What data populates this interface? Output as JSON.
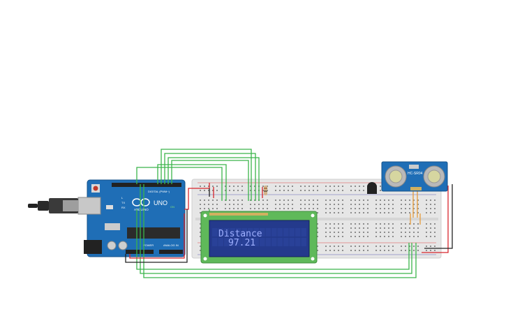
{
  "lcd": {
    "line1": "Distance",
    "line2": "97.21"
  },
  "arduino": {
    "brand": "ARDUINO",
    "model": "UNO",
    "header_digital": "DIGITAL (PWM~)",
    "header_power": "POWER",
    "header_analog": "ANALOG IN",
    "tx_label": "TX",
    "rx_label": "RX",
    "l_label": "L",
    "on_label": "ON"
  },
  "sensor": {
    "label": "HC-SR04"
  },
  "colors": {
    "wire_green": "#3bb54a",
    "wire_red": "#d8262c",
    "wire_black": "#222222",
    "board_blue": "#1f6eb6",
    "lcd_green": "#5fb95a",
    "lcd_screen": "#243a8c",
    "breadboard": "#e9e9e9"
  },
  "icons": {
    "arduino_logo": "infinity-logo-icon",
    "usb_cable": "usb-cable-icon",
    "temperature_sensor": "sensor-icon",
    "potentiometer": "resistor-icon"
  }
}
